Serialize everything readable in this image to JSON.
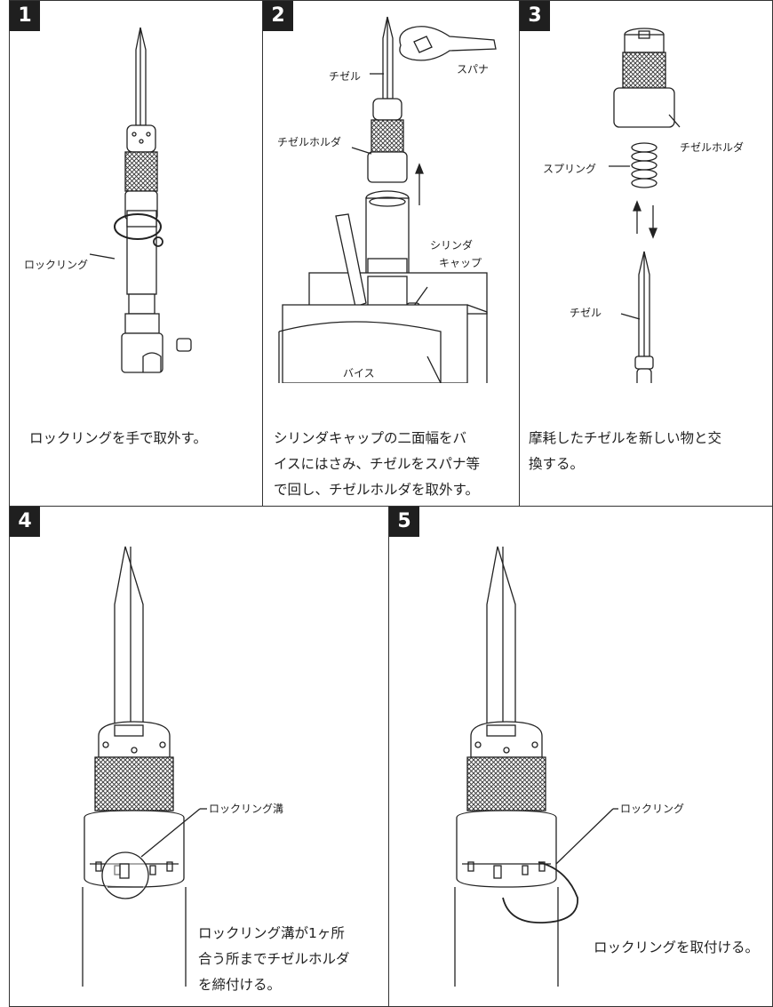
{
  "steps": [
    {
      "number": "1",
      "labels": {
        "lock_ring": "ロックリング"
      },
      "caption": [
        "ロックリングを手で取外す。"
      ]
    },
    {
      "number": "2",
      "labels": {
        "chisel": "チゼル",
        "spanner": "スパナ",
        "chisel_holder": "チゼルホルダ",
        "cylinder_cap_1": "シリンダ",
        "cylinder_cap_2": "キャップ",
        "vise": "バイス"
      },
      "caption": [
        "シリンダキャップの二面幅をバ",
        "イスにはさみ、チゼルをスパナ等",
        "で回し、チゼルホルダを取外す。"
      ]
    },
    {
      "number": "3",
      "labels": {
        "chisel_holder": "チゼルホルダ",
        "spring": "スプリング",
        "chisel": "チゼル"
      },
      "caption": [
        "摩耗したチゼルを新しい物と交",
        "換する。"
      ]
    },
    {
      "number": "4",
      "labels": {
        "lock_ring_groove": "ロックリング溝"
      },
      "caption": [
        "ロックリング溝が1ヶ所",
        "合う所までチゼルホルダ",
        "を締付ける。"
      ]
    },
    {
      "number": "5",
      "labels": {
        "lock_ring": "ロックリング"
      },
      "caption": [
        "ロックリングを取付ける。"
      ]
    }
  ]
}
